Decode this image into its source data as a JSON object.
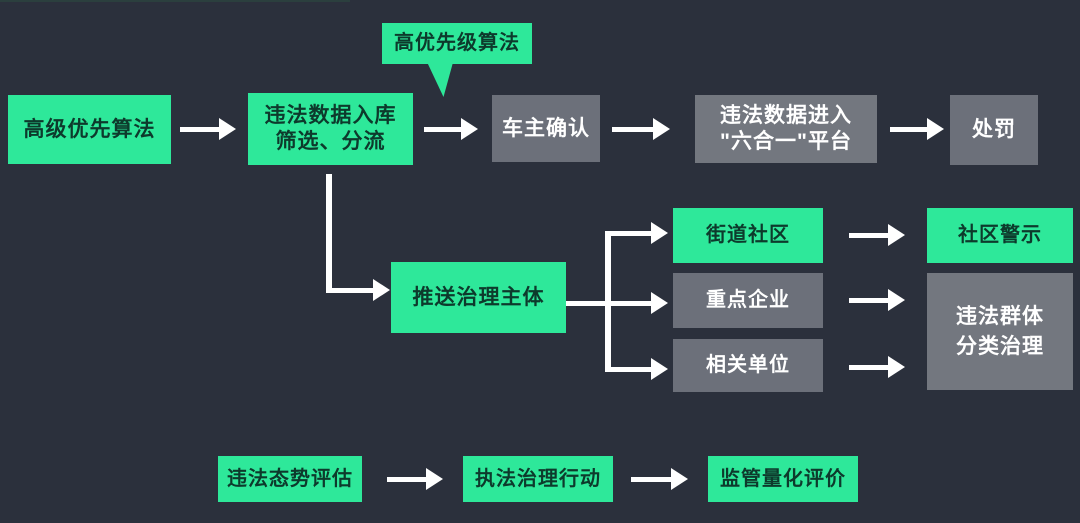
{
  "colors": {
    "bg": "#2B303C",
    "green": "#2EE89A",
    "green_text": "#0D3A2C",
    "gray": "#6C707A",
    "gray_light": "#73777F",
    "gray_text": "#FFFFFF",
    "arrow": "#FFFFFF"
  },
  "nodes": {
    "advanced_algorithm": {
      "label": "高级优先算法"
    },
    "data_intake": {
      "line1": "违法数据入库",
      "line2": "筛选、分流"
    },
    "callout_high_priority": {
      "label": "高优先级算法"
    },
    "owner_confirm": {
      "label": "车主确认"
    },
    "platform_entry": {
      "line1": "违法数据进入",
      "line2": "\"六合一\"平台"
    },
    "punishment": {
      "label": "处罚"
    },
    "push_governance": {
      "label": "推送治理主体"
    },
    "street_community": {
      "label": "街道社区"
    },
    "key_enterprises": {
      "label": "重点企业"
    },
    "related_units": {
      "label": "相关单位"
    },
    "community_warning": {
      "label": "社区警示"
    },
    "group_governance": {
      "line1": "违法群体",
      "line2": "分类治理"
    },
    "situation_assessment": {
      "label": "违法态势评估"
    },
    "enforcement_action": {
      "label": "执法治理行动"
    },
    "quantitative_evaluation": {
      "label": "监管量化评价"
    }
  }
}
